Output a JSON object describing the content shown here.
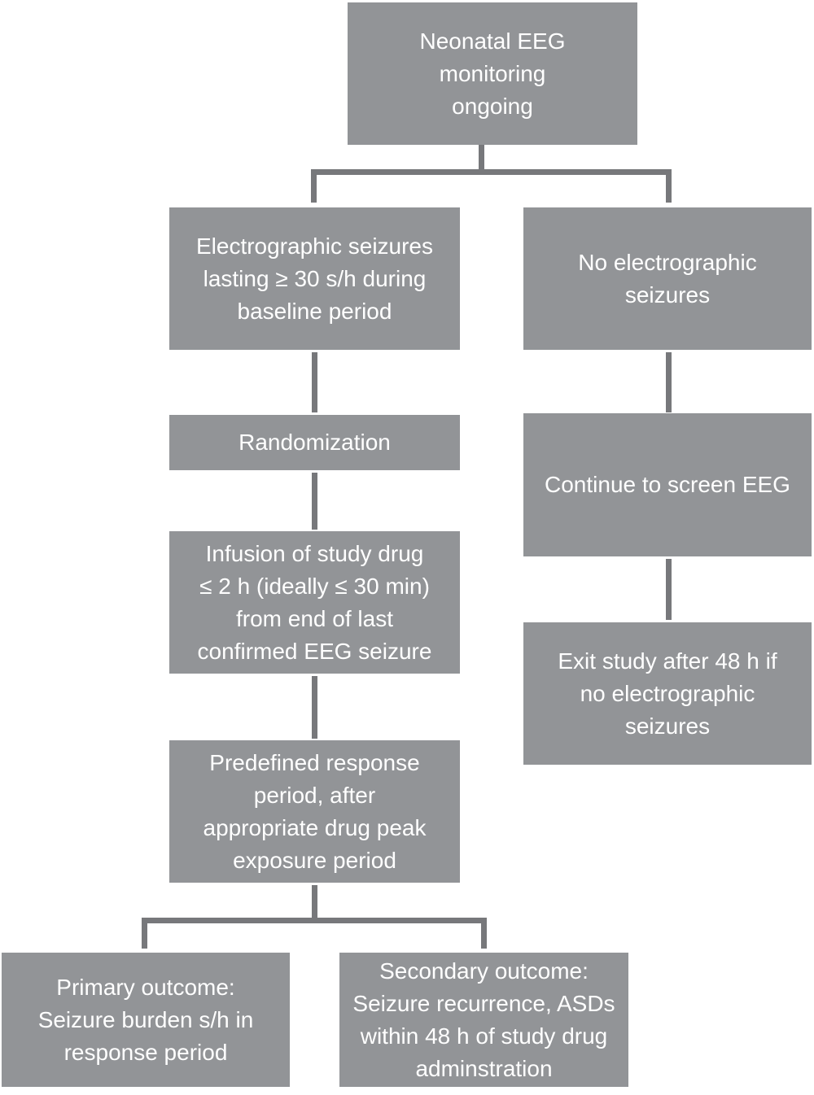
{
  "figure": {
    "type": "flowchart",
    "title": "Neonatal EEG seizure study flow diagram",
    "background_color": "#ffffff",
    "node_fill_color": "#929497",
    "connector_color": "#77787b",
    "text_color": "#ffffff"
  },
  "nodes": {
    "root": {
      "label": "Neonatal EEG\nmonitoring\nongoing"
    },
    "seizures": {
      "label": "Electrographic seizures\nlasting ≥ 30 s/h during\nbaseline period"
    },
    "no_seizures": {
      "label": "No electrographic\nseizures"
    },
    "randomization": {
      "label": "Randomization"
    },
    "continue_screen": {
      "label": "Continue to screen EEG"
    },
    "infusion": {
      "label": "Infusion of study drug\n≤ 2 h (ideally ≤ 30 min)\nfrom end of last\nconfirmed EEG seizure"
    },
    "exit_study": {
      "label": "Exit study after 48 h if\nno electrographic\nseizures"
    },
    "response_period": {
      "label": "Predefined response\nperiod, after\nappropriate drug peak\nexposure period"
    },
    "primary_outcome": {
      "label": "Primary outcome:\nSeizure burden s/h in\nresponse period"
    },
    "secondary_outcome": {
      "label": "Secondary outcome:\nSeizure recurrence, ASDs\nwithin 48 h of study drug\nadminstration"
    }
  },
  "edges": [
    {
      "from": "root",
      "to": "seizures"
    },
    {
      "from": "root",
      "to": "no_seizures"
    },
    {
      "from": "seizures",
      "to": "randomization"
    },
    {
      "from": "randomization",
      "to": "infusion"
    },
    {
      "from": "infusion",
      "to": "response_period"
    },
    {
      "from": "response_period",
      "to": "primary_outcome"
    },
    {
      "from": "response_period",
      "to": "secondary_outcome"
    },
    {
      "from": "no_seizures",
      "to": "continue_screen"
    },
    {
      "from": "continue_screen",
      "to": "exit_study"
    }
  ]
}
